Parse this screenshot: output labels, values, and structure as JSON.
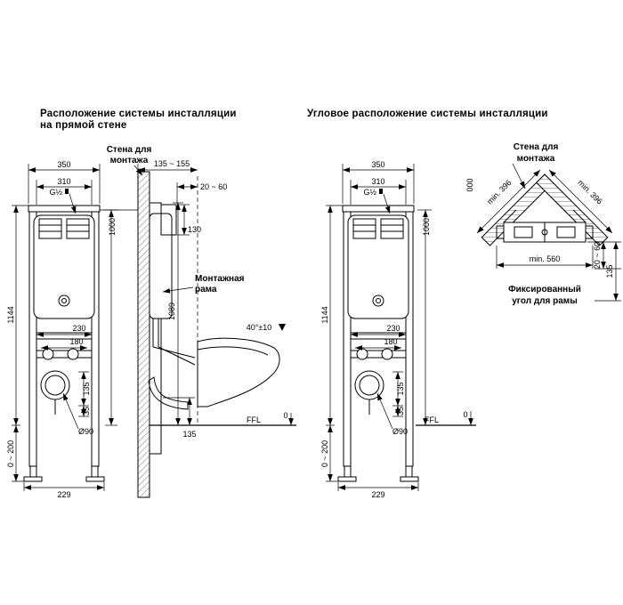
{
  "colors": {
    "line": "#000000",
    "hatch": "#8a8a8a",
    "background": "#ffffff"
  },
  "left": {
    "title_line1": "Расположение системы инсталляции",
    "title_line2": "на прямой стене",
    "front": {
      "width_outer": "350",
      "width_inner": "310",
      "inlet": "G½",
      "height_actuator": "1000",
      "height_total": "1144",
      "spacing_230": "230",
      "spacing_180": "180",
      "height_135": "135",
      "height_35": "35",
      "drain_dia": "Ø90",
      "base_width": "229",
      "leg_range": "0 ~ 200"
    },
    "side": {
      "wall_label_1": "Стена для",
      "wall_label_2": "монтажа",
      "depth_range": "135 ~ 155",
      "finish_range": "20 ~ 60",
      "plate_height": "130",
      "frame_height": "1089",
      "frame_label_1": "Монтажная",
      "frame_label_2": "рама",
      "seat_angle": "40°±10",
      "drain_height": "135",
      "floor_label": "FFL",
      "floor_zero": "0"
    }
  },
  "right": {
    "title": "Угловое расположение системы инсталляции",
    "front": {
      "width_outer": "350",
      "width_inner": "310",
      "inlet": "G½",
      "height_actuator": "1000",
      "height_total": "1144",
      "spacing_230": "230",
      "spacing_180": "180",
      "height_135": "135",
      "height_35": "35",
      "drain_dia": "Ø90",
      "base_width": "229",
      "leg_range": "0 ~ 200",
      "floor_label": "FFL",
      "floor_zero": "0"
    },
    "corner": {
      "wall_label_1": "Стена для",
      "wall_label_2": "монтажа",
      "vertical_mark": "000",
      "min_left": "min. 396",
      "min_right": "min. 396",
      "min_width": "min. 560",
      "fixed_label_1": "Фиксированный",
      "fixed_label_2": "угол для рамы",
      "finish_range": "20 ~ 60",
      "drain_height": "135"
    }
  }
}
